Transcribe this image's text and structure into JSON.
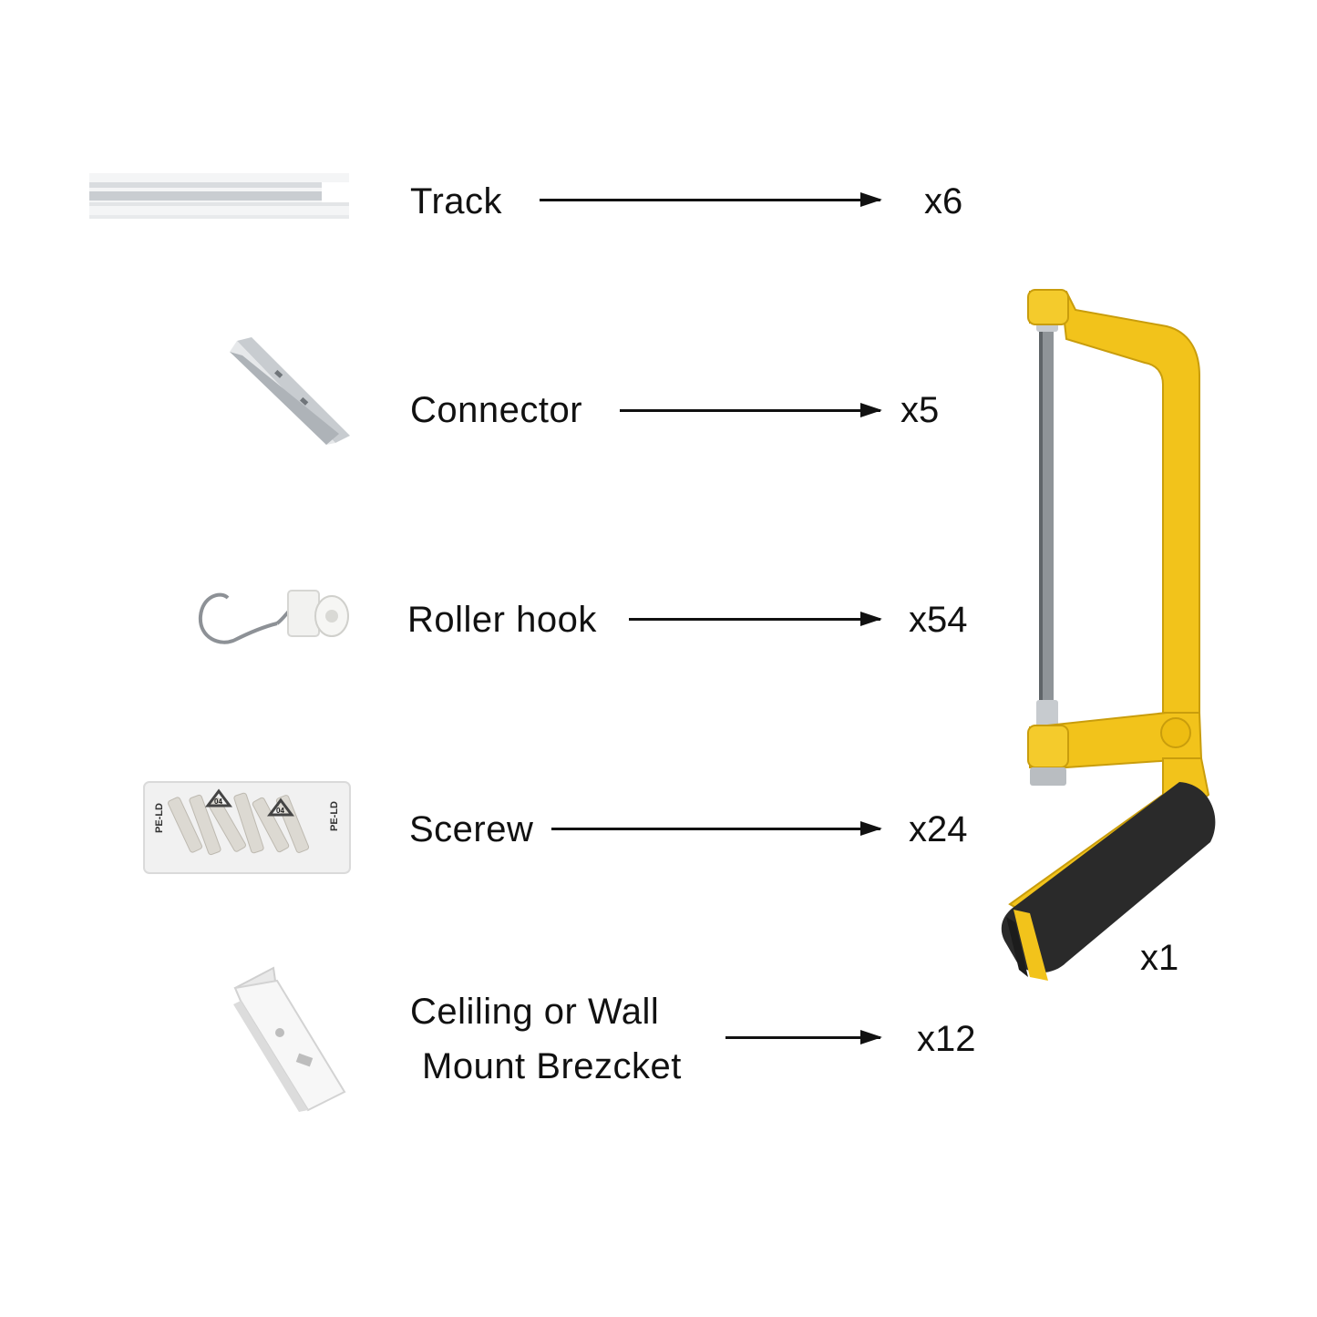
{
  "items": [
    {
      "label": "Track",
      "qty": "x6"
    },
    {
      "label": "Connector",
      "qty": "x5"
    },
    {
      "label": "Roller hook",
      "qty": "x54"
    },
    {
      "label": "Scerew",
      "qty": "x24"
    },
    {
      "label_line1": "Celiling or Wall",
      "label_line2": "Mount Brezcket",
      "qty": "x12"
    }
  ],
  "saw": {
    "qty": "x1"
  },
  "bag_print": "PE-LD",
  "bag_code": "04",
  "colors": {
    "saw_frame": "#f2c31b",
    "grip": "#2a2a2a",
    "blade": "#8f9498",
    "text": "#111111"
  },
  "icons": [
    "track-icon",
    "connector-icon",
    "roller-hook-icon",
    "screw-bag-icon",
    "bracket-icon",
    "hacksaw-icon"
  ]
}
